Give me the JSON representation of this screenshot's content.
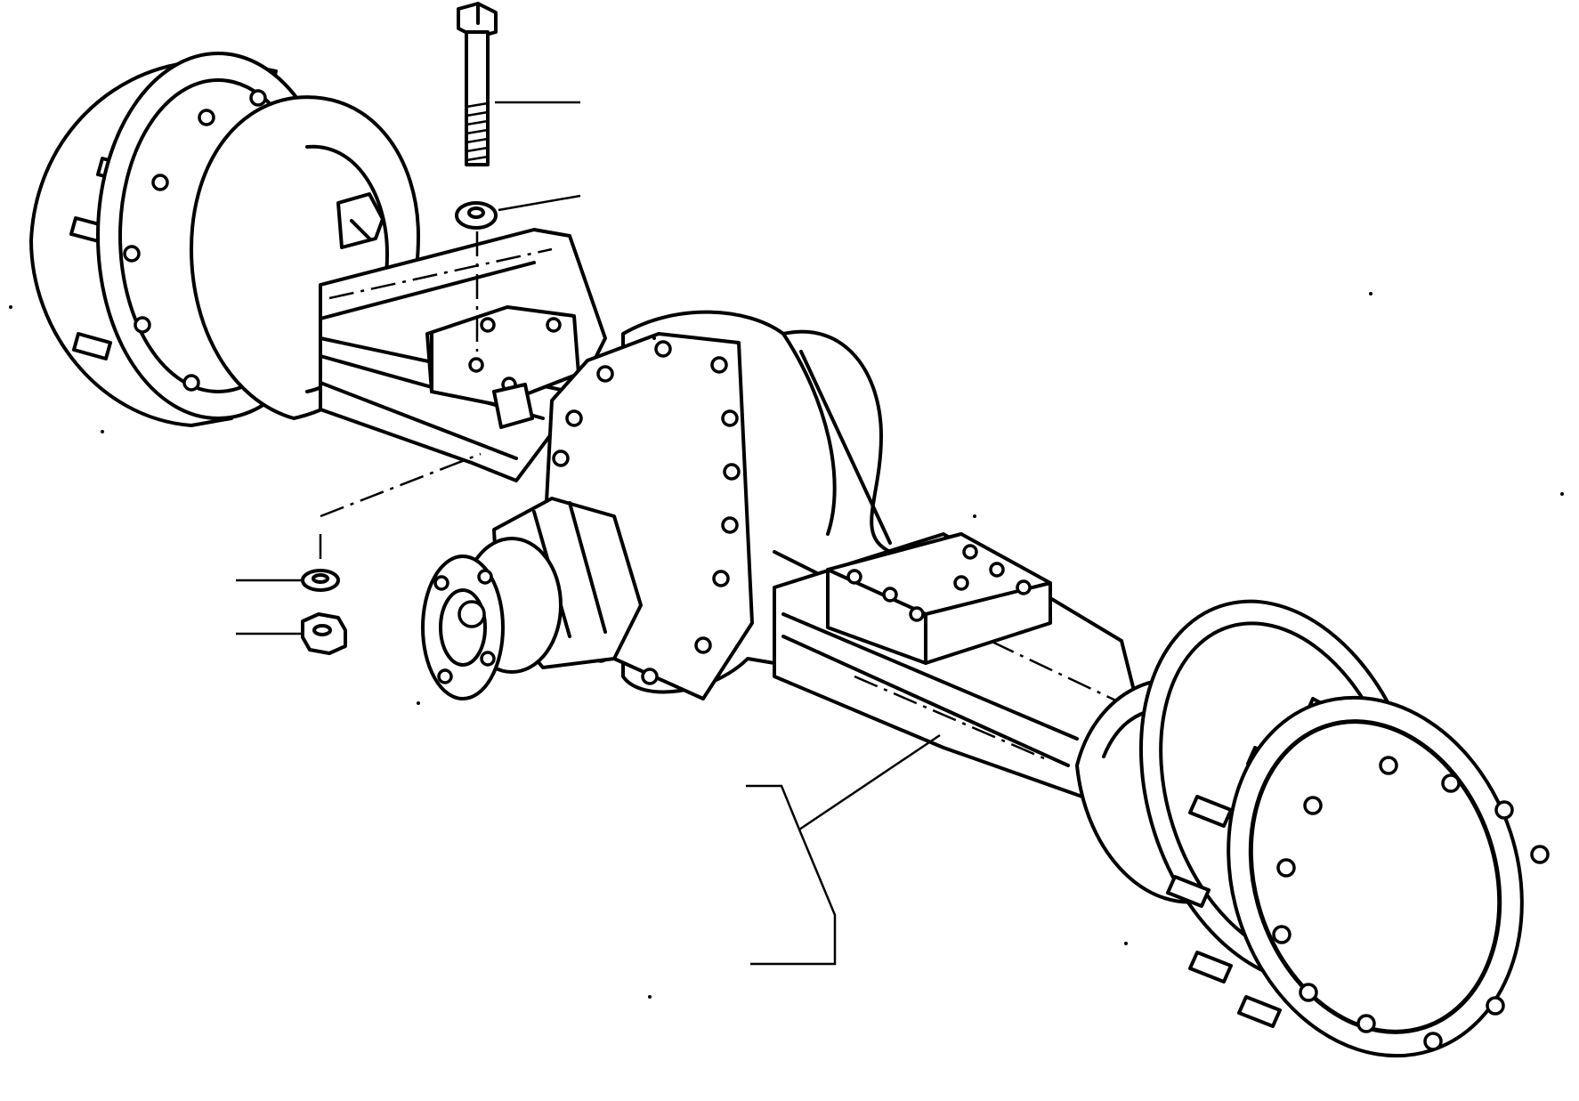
{
  "drawing": {
    "style": "black line art on white background",
    "parts": [
      "axle-assembly",
      "hex-bolt",
      "flat-washer",
      "lock-washer",
      "hex-nut"
    ],
    "callout_labels": [
      "",
      "",
      "",
      "",
      ""
    ]
  }
}
